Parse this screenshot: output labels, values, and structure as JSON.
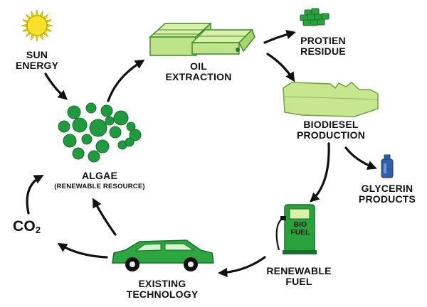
{
  "labels": {
    "sun": [
      "SUN",
      "ENERGY"
    ],
    "oil": [
      "OIL",
      "EXTRACTION"
    ],
    "protein": [
      "PROTIEN",
      "RESIDUE"
    ],
    "biodiesel": [
      "BIODIESEL",
      "PRODUCTION"
    ],
    "glycerin": [
      "GLYCERIN",
      "PRODUCTS"
    ],
    "renewable": [
      "RENEWABLE",
      "FUEL"
    ],
    "existing": [
      "EXISTING",
      "TECHNOLOGY"
    ],
    "algae": "ALGAE",
    "algae_sub": "(RENEWABLE RESOURCE)",
    "co2_main": "CO",
    "co2_sub": "2",
    "pump_text": [
      "BIO",
      "FUEL"
    ]
  },
  "colors": {
    "sun_fill": "#f7e12b",
    "sun_stroke": "#c9b100",
    "algae_green": "#1f9a3e",
    "algae_dark": "#14702b",
    "extractor_fill": "#d9f0a8",
    "extractor_stroke": "#3c8c2a",
    "biodiesel_fill": "#c8e690",
    "pump_green": "#2aa23b",
    "car_green": "#2da640",
    "bottle_blue": "#2f5fa7",
    "arrow": "#111111"
  },
  "icons": [
    "sun-icon",
    "algae-cluster-icon",
    "oil-extractor-icon",
    "protein-cubes-icon",
    "biodiesel-block-icon",
    "glycerin-bottle-icon",
    "fuel-pump-icon",
    "car-icon"
  ]
}
